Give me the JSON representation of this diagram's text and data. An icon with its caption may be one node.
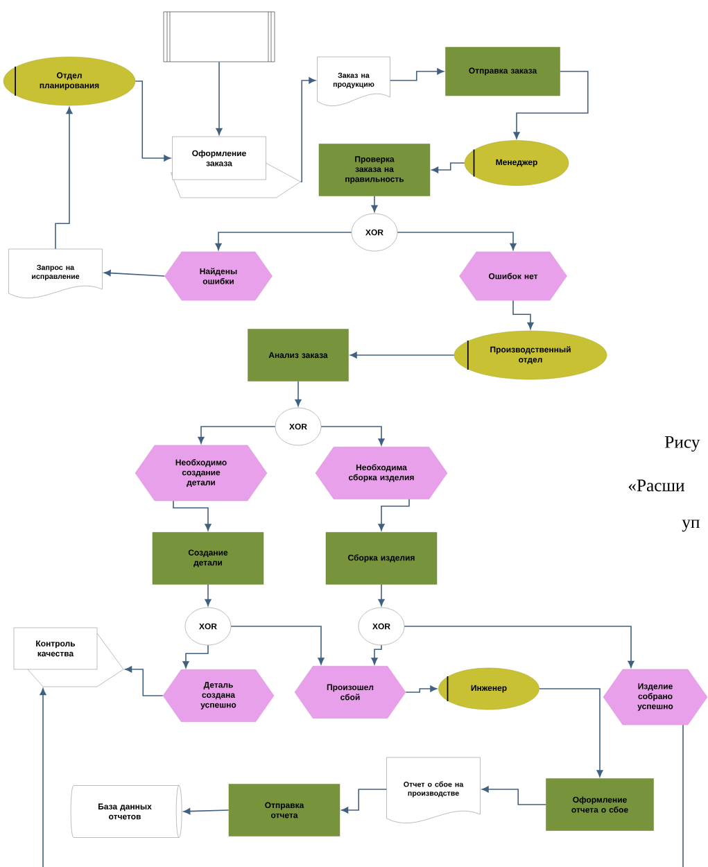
{
  "diagram": {
    "nodes": [
      {
        "text": [],
        "shape": "box"
      },
      {
        "text": [
          "Отдел планирования"
        ]
      },
      {
        "text": [
          "Заказ на продукцию"
        ]
      },
      {
        "text": [
          "Отправка заказа"
        ]
      },
      {
        "text": [
          "Оформление заказа"
        ]
      },
      {
        "text": [
          "Менеджер"
        ]
      },
      {
        "text": [
          "Проверка заказа на правильность"
        ]
      },
      {
        "text": [
          "XOR"
        ]
      },
      {
        "text": [
          "Запрос на исправление"
        ]
      },
      {
        "text": [
          "Найдены ошибки"
        ]
      },
      {
        "text": [
          "Ошибок нет"
        ]
      },
      {
        "text": [
          "Анализ заказа"
        ]
      },
      {
        "text": [
          "Производственный отдел"
        ]
      },
      {
        "text": [
          "XOR"
        ]
      },
      {
        "text": [
          "Необходимо создание детали"
        ]
      },
      {
        "text": [
          "Необходима сборка изделия"
        ]
      },
      {
        "text": [
          "Создание детали"
        ]
      },
      {
        "text": [
          "Сборка изделия"
        ]
      },
      {
        "text": [
          "XOR"
        ]
      },
      {
        "text": [
          "XOR"
        ]
      },
      {
        "text": [
          "Контроль качества"
        ]
      },
      {
        "text": [
          "Деталь создана успешно"
        ]
      },
      {
        "text": [
          "Произошел сбой"
        ]
      },
      {
        "text": [
          "Инженер"
        ]
      },
      {
        "text": [
          "Изделие собрано успешно"
        ]
      },
      {
        "text": [
          "Отчет о сбое на производстве"
        ]
      },
      {
        "text": [
          "Оформление отчета о сбое"
        ]
      },
      {
        "text": [
          "База данных отчетов"
        ]
      },
      {
        "text": [
          "Отправка отчета"
        ]
      }
    ],
    "edges": [
      {
        "from": 0,
        "to": 4,
        "arrow": "to"
      },
      {
        "from": 1,
        "to": 4,
        "arrow": "to"
      },
      {
        "from": 4,
        "to": 2,
        "arrow": "to"
      },
      {
        "from": 2,
        "to": 3,
        "arrow": "to"
      },
      {
        "from": 3,
        "to": 5,
        "arrow": "to"
      },
      {
        "from": 5,
        "to": 6,
        "arrow": "to"
      },
      {
        "from": 6,
        "to": 7,
        "arrow": "to"
      },
      {
        "from": 7,
        "to": 9,
        "arrow": "to"
      },
      {
        "from": 7,
        "to": 10,
        "arrow": "to"
      },
      {
        "from": 9,
        "to": 8,
        "arrow": "to"
      },
      {
        "from": 8,
        "to": 1,
        "arrow": "to"
      },
      {
        "from": 10,
        "to": 12,
        "arrow": "to"
      },
      {
        "from": 12,
        "to": 11,
        "arrow": "to"
      },
      {
        "from": 11,
        "to": 13,
        "arrow": "to"
      },
      {
        "from": 13,
        "to": 14,
        "arrow": "to"
      },
      {
        "from": 13,
        "to": 15,
        "arrow": "to"
      },
      {
        "from": 14,
        "to": 16,
        "arrow": "to"
      },
      {
        "from": 15,
        "to": 17,
        "arrow": "to"
      },
      {
        "from": 16,
        "to": 18,
        "arrow": "to"
      },
      {
        "from": 17,
        "to": 19,
        "arrow": "to"
      },
      {
        "from": 18,
        "to": 21,
        "arrow": "to"
      },
      {
        "from": 18,
        "to": 22,
        "arrow": "to"
      },
      {
        "from": 19,
        "to": 22,
        "arrow": "to"
      },
      {
        "from": 19,
        "to": 24,
        "arrow": "to"
      },
      {
        "from": 21,
        "to": 20,
        "arrow": "to"
      },
      {
        "from": 22,
        "to": 23,
        "arrow": "to"
      },
      {
        "from": 23,
        "to": 26,
        "arrow": "to"
      },
      {
        "from": 26,
        "to": 25,
        "arrow": "to"
      },
      {
        "from": 25,
        "to": 28,
        "arrow": "to"
      },
      {
        "from": 28,
        "to": 27,
        "arrow": "to"
      },
      {
        "from": 24,
        "to": null,
        "arrow": "none"
      },
      {
        "from": null,
        "to": 20,
        "arrow": "to"
      }
    ],
    "labels": [
      "Рису",
      "«Расши",
      "уп"
    ]
  }
}
